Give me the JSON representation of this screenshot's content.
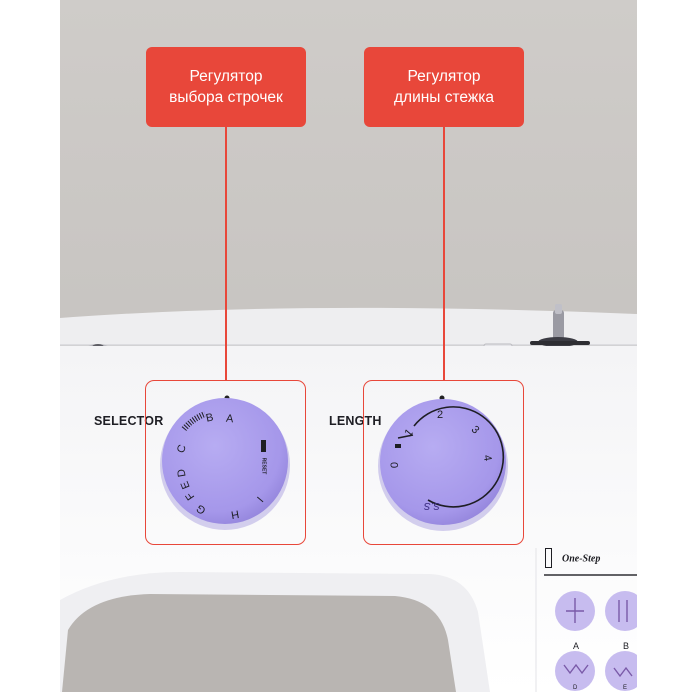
{
  "callouts": {
    "selector": {
      "line1": "Регулятор",
      "line2": "выбора строчек"
    },
    "length": {
      "line1": "Регулятор",
      "line2": "длины стежка"
    }
  },
  "labels": {
    "selector": "SELECTOR",
    "length": "LENGTH"
  },
  "selector_dial": {
    "letters": [
      "A",
      "B",
      "C",
      "D",
      "E",
      "F",
      "G",
      "H",
      "I"
    ],
    "reset": "RESET"
  },
  "length_dial": {
    "numbers": [
      "0",
      "1",
      "2",
      "3",
      "4"
    ],
    "ss": "S.S"
  },
  "brand": {
    "logo": "One-Step"
  },
  "pattern_chart": {
    "labels": [
      "A",
      "B",
      "D",
      "E"
    ]
  },
  "colors": {
    "accent": "#e8473a",
    "dial": "#a99cec",
    "body": "#ffffff",
    "background": "#c9c6c3"
  }
}
